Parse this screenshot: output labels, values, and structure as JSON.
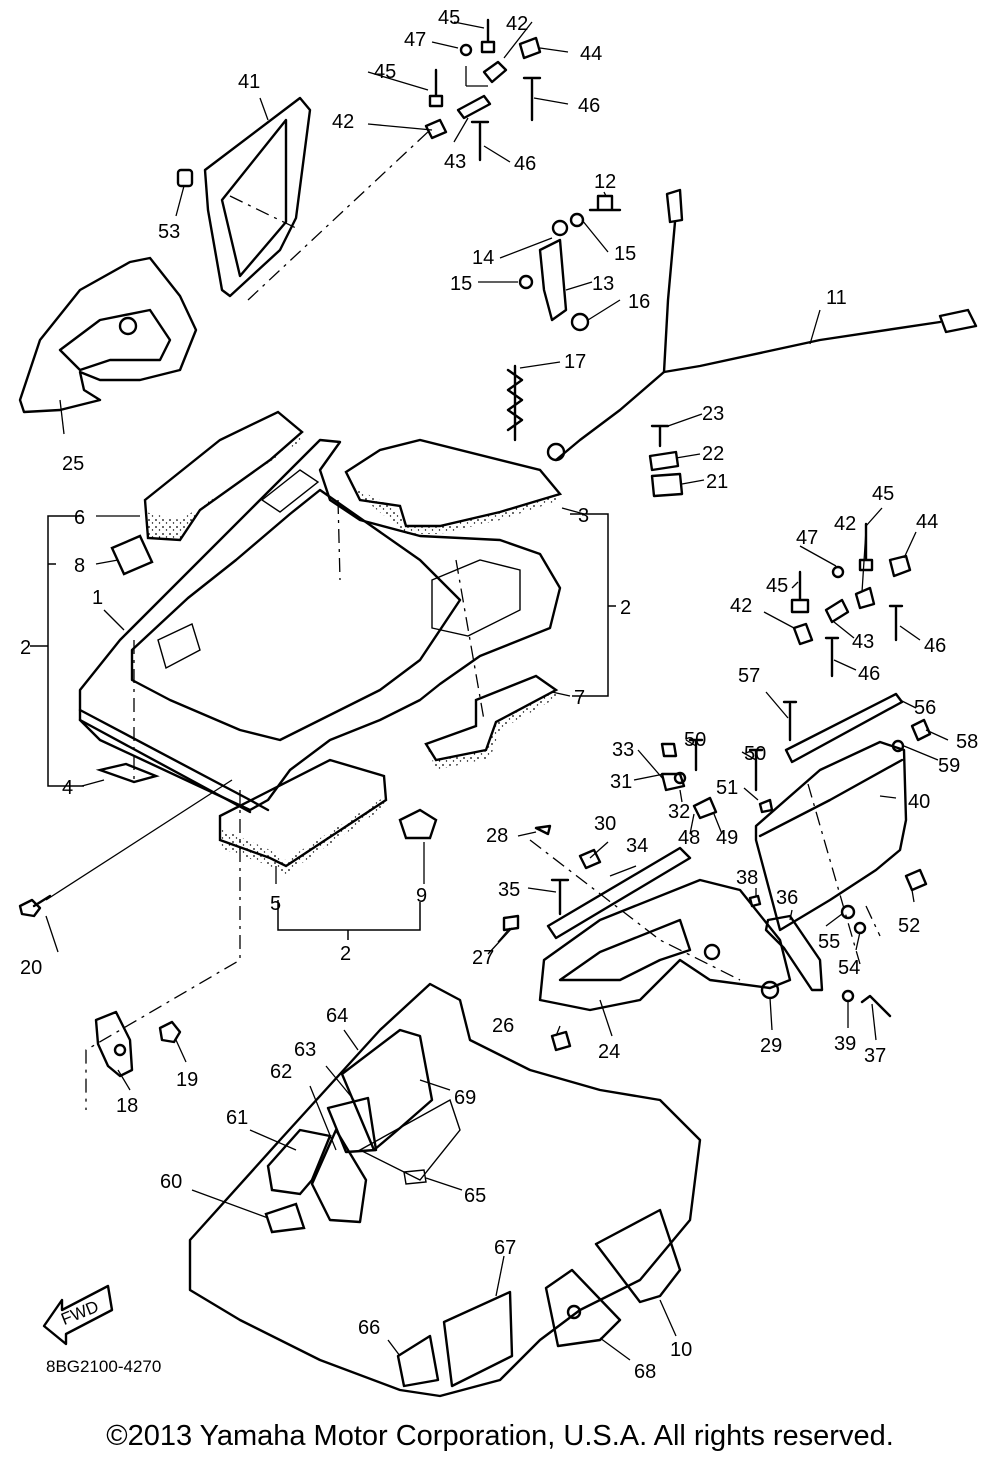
{
  "diagram": {
    "drawing_code": "8BG2100-4270",
    "fwd_label": "FWD",
    "callouts": {
      "c1": "1",
      "c2a": "2",
      "c2b": "2",
      "c2c": "2",
      "c3": "3",
      "c4": "4",
      "c5": "5",
      "c6": "6",
      "c7": "7",
      "c8": "8",
      "c9": "9",
      "c10": "10",
      "c11": "11",
      "c12": "12",
      "c13": "13",
      "c14": "14",
      "c15a": "15",
      "c15b": "15",
      "c16": "16",
      "c17": "17",
      "c18": "18",
      "c19": "19",
      "c20": "20",
      "c21": "21",
      "c22": "22",
      "c23": "23",
      "c24": "24",
      "c25": "25",
      "c26": "26",
      "c27": "27",
      "c28": "28",
      "c29": "29",
      "c30": "30",
      "c31": "31",
      "c32": "32",
      "c33": "33",
      "c34": "34",
      "c35": "35",
      "c36": "36",
      "c37": "37",
      "c38": "38",
      "c39": "39",
      "c40": "40",
      "c41": "41",
      "c42a": "42",
      "c42b": "42",
      "c42c": "42",
      "c42d": "42",
      "c43a": "43",
      "c43b": "43",
      "c44a": "44",
      "c44b": "44",
      "c45a": "45",
      "c45b": "45",
      "c45c": "45",
      "c45d": "45",
      "c46a": "46",
      "c46b": "46",
      "c46c": "46",
      "c46d": "46",
      "c47a": "47",
      "c47b": "47",
      "c48": "48",
      "c49": "49",
      "c50a": "50",
      "c50b": "50",
      "c51": "51",
      "c52": "52",
      "c53": "53",
      "c54": "54",
      "c55": "55",
      "c56": "56",
      "c57": "57",
      "c58": "58",
      "c59": "59",
      "c60": "60",
      "c61": "61",
      "c62": "62",
      "c63": "63",
      "c64": "64",
      "c65": "65",
      "c66": "66",
      "c67": "67",
      "c68": "68",
      "c69": "69"
    }
  },
  "footer": {
    "copyright": "©2013 Yamaha Motor Corporation, U.S.A. All rights reserved."
  }
}
